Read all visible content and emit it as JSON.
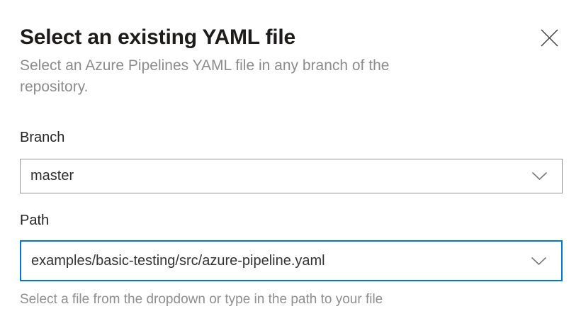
{
  "dialog": {
    "title": "Select an existing YAML file",
    "subtitle": "Select an Azure Pipelines YAML file in any branch of the repository."
  },
  "fields": {
    "branch": {
      "label": "Branch",
      "value": "master"
    },
    "path": {
      "label": "Path",
      "value": "examples/basic-testing/src/azure-pipeline.yaml",
      "helper_text": "Select a file from the dropdown or type in the path to your file"
    }
  },
  "icons": {
    "close": "✕",
    "chevron_down": "⌄"
  },
  "colors": {
    "accent_blue": "#0078d4",
    "field_border_gray": "#949494",
    "title_text": "#1d1c1b",
    "secondary_text": "#8c8c8c",
    "value_text": "#333333"
  }
}
